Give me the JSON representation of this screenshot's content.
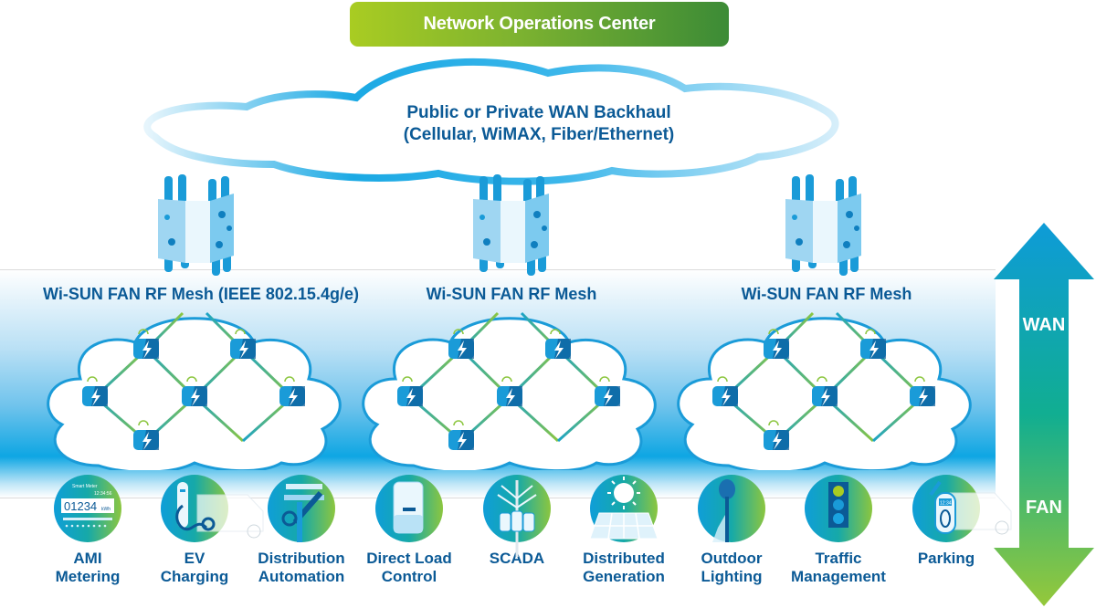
{
  "header": {
    "title": "Network Operations Center"
  },
  "wan": {
    "line1": "Public or Private WAN Backhaul",
    "line2": "(Cellular, WiMAX, Fiber/Ethernet)"
  },
  "gateways": [
    {
      "icon": "router-gateway-icon"
    },
    {
      "icon": "router-gateway-icon"
    },
    {
      "icon": "router-gateway-icon"
    }
  ],
  "meshes": [
    {
      "title": "Wi-SUN FAN RF Mesh (IEEE 802.15.4g/e)",
      "node_count": 6
    },
    {
      "title": "Wi-SUN FAN RF Mesh",
      "node_count": 6
    },
    {
      "title": "Wi-SUN FAN RF Mesh",
      "node_count": 6
    }
  ],
  "arrow": {
    "top_label": "WAN",
    "bottom_label": "FAN"
  },
  "applications": [
    {
      "line1": "AMI",
      "line2": "Metering",
      "icon": "smart-meter-icon",
      "meter": {
        "brand": "Smart Meter",
        "time": "12:34:56",
        "reading": "01234",
        "unit": "kWh"
      }
    },
    {
      "line1": "EV",
      "line2": "Charging",
      "icon": "ev-charger-icon"
    },
    {
      "line1": "Distribution",
      "line2": "Automation",
      "icon": "utility-pole-icon"
    },
    {
      "line1": "Direct Load",
      "line2": "Control",
      "icon": "load-control-unit-icon"
    },
    {
      "line1": "SCADA",
      "line2": "",
      "icon": "scada-transformer-icon"
    },
    {
      "line1": "Distributed",
      "line2": "Generation",
      "icon": "solar-panel-icon"
    },
    {
      "line1": "Outdoor",
      "line2": "Lighting",
      "icon": "street-light-icon"
    },
    {
      "line1": "Traffic",
      "line2": "Management",
      "icon": "traffic-light-icon"
    },
    {
      "line1": "Parking",
      "line2": "",
      "icon": "parking-meter-icon",
      "meter_time": "12:34"
    }
  ],
  "colors": {
    "brand_blue": "#0b5a96",
    "cyan": "#0ea6e3",
    "green": "#8cc63f",
    "noc_green_start": "#a9cc22",
    "noc_green_end": "#3c8b36"
  }
}
